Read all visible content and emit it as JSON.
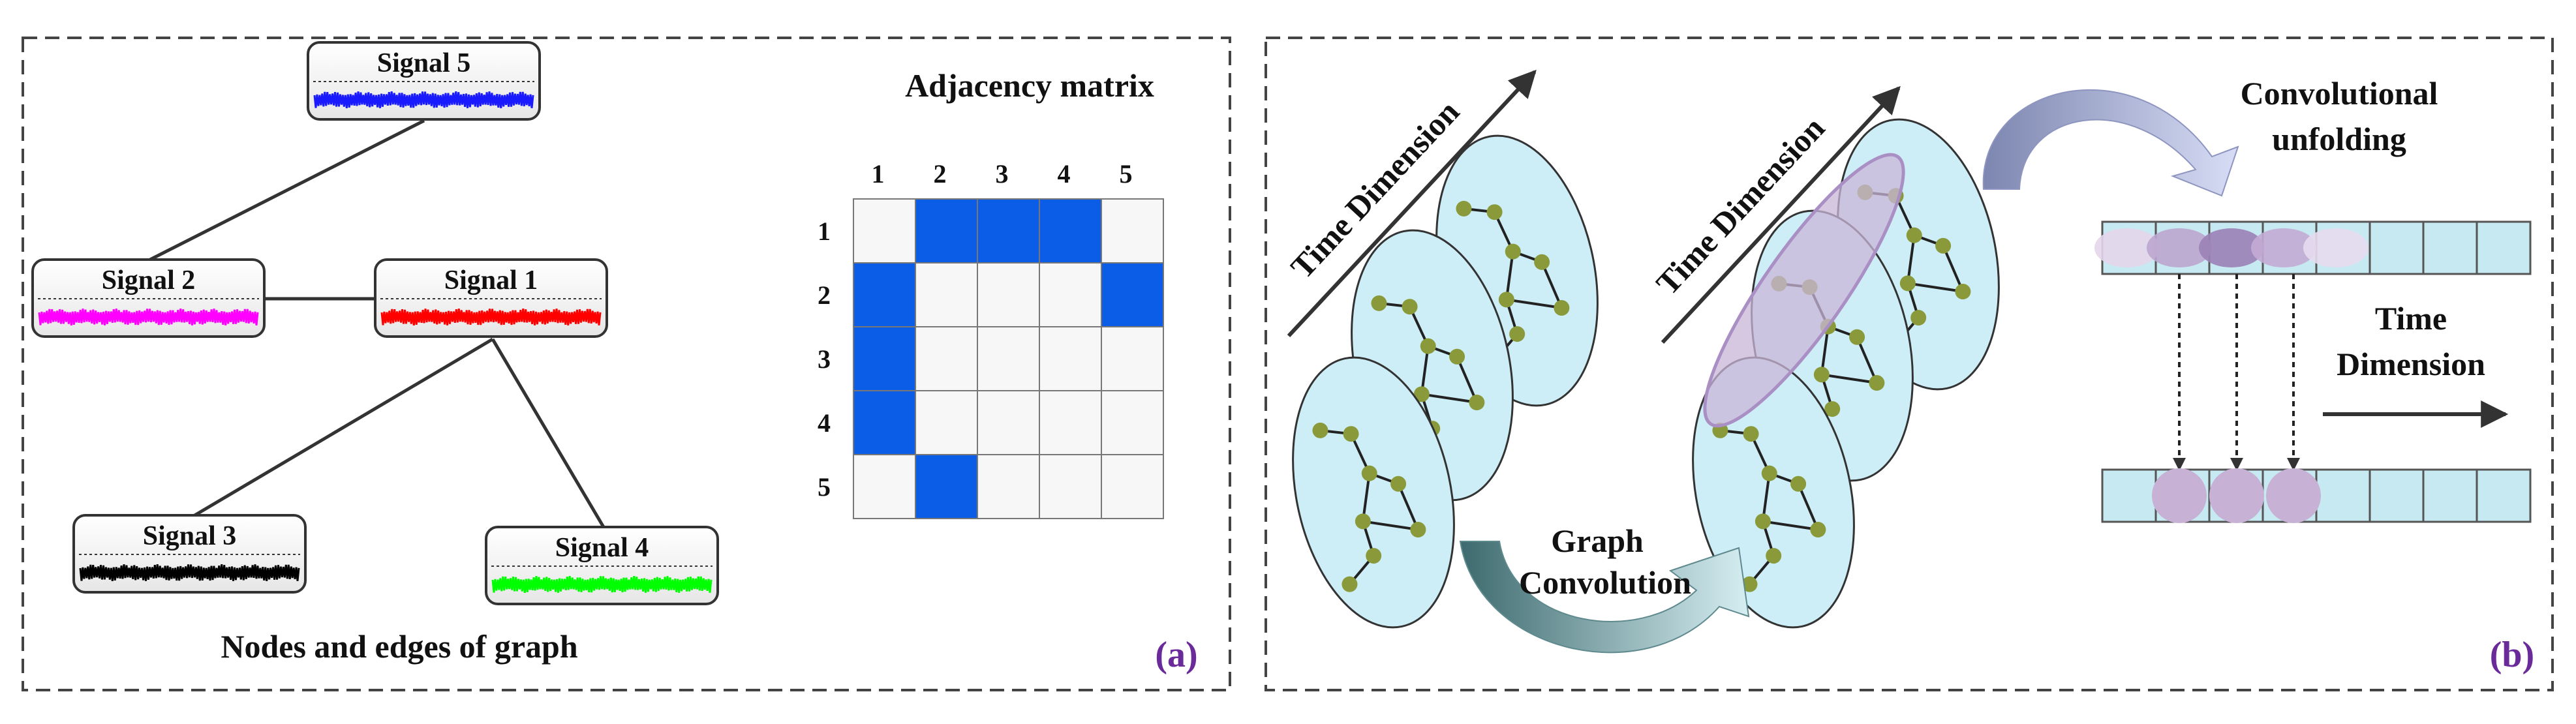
{
  "panel_a": {
    "panel_label": "(a)",
    "caption": "Nodes and edges of graph",
    "nodes": [
      {
        "id": "signal-5",
        "label": "Signal 5",
        "color": "#1a1aff"
      },
      {
        "id": "signal-2",
        "label": "Signal 2",
        "color": "#ff00ff"
      },
      {
        "id": "signal-1",
        "label": "Signal 1",
        "color": "#ff0000"
      },
      {
        "id": "signal-3",
        "label": "Signal 3",
        "color": "#000000"
      },
      {
        "id": "signal-4",
        "label": "Signal 4",
        "color": "#00ff00"
      }
    ],
    "edges": [
      [
        "signal-5",
        "signal-2"
      ],
      [
        "signal-2",
        "signal-1"
      ],
      [
        "signal-1",
        "signal-3"
      ],
      [
        "signal-1",
        "signal-4"
      ]
    ],
    "matrix": {
      "title": "Adjacency matrix",
      "col_labels": [
        "1",
        "2",
        "3",
        "4",
        "5"
      ],
      "row_labels": [
        "1",
        "2",
        "3",
        "4",
        "5"
      ],
      "cells": [
        [
          0,
          1,
          1,
          1,
          0
        ],
        [
          1,
          0,
          0,
          0,
          1
        ],
        [
          1,
          0,
          0,
          0,
          0
        ],
        [
          1,
          0,
          0,
          0,
          0
        ],
        [
          0,
          1,
          0,
          0,
          0
        ]
      ],
      "filled_color": "#0b5ce6",
      "empty_color": "#f7f7f7"
    }
  },
  "panel_b": {
    "panel_label": "(b)",
    "time_label_1": "Time Dimension",
    "time_label_2": "Time Dimension",
    "graph_conv_line1": "Graph",
    "graph_conv_line2": "Convolution",
    "unfold_line1": "Convolutional",
    "unfold_line2": "unfolding",
    "time_dim_line1": "Time",
    "time_dim_line2": "Dimension",
    "ellipse_color": "#cdeef7",
    "node_color": "#8a9a3a",
    "cell_color": "#c7e9f2",
    "highlight_color": "#c9b6d8"
  }
}
